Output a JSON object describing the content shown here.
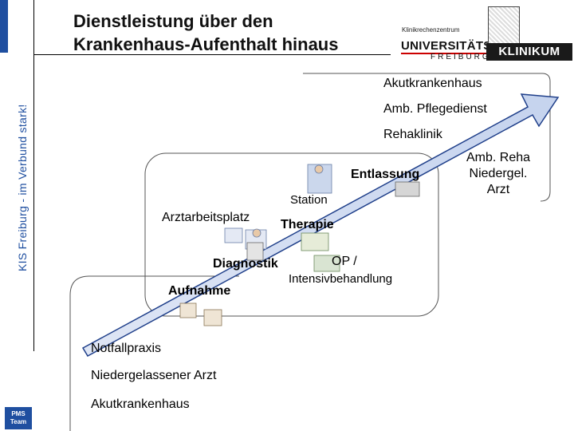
{
  "slide": {
    "title_line1": "Dienstleistung über den",
    "title_line2": "Krankenhaus-Aufenthalt hinaus",
    "sidebar_text": "KIS Freiburg - im Verbund stark!",
    "pms_logo_line1": "PMS",
    "pms_logo_line2": "Team"
  },
  "logo": {
    "small_text": "Klinikrechenzentrum",
    "university": "UNIVERSITÄTS",
    "city": "FREIBURG",
    "klinikum": "KLINIKUM"
  },
  "diagram": {
    "outer_labels": [
      "Akutkrankenhaus",
      "Amb. Pflegedienst",
      "Rehaklinik"
    ],
    "right_label_line1": "Amb. Reha",
    "right_label_line2": "Niedergel.",
    "right_label_line3": "Arzt",
    "entlassung": "Entlassung",
    "station": "Station",
    "arztarbeitsplatz": "Arztarbeitsplatz",
    "therapie": "Therapie",
    "diagnostik": "Diagnostik",
    "op": "OP /",
    "intensiv": "Intensivbehandlung",
    "aufnahme": "Aufnahme",
    "inner_labels": [
      "Notfallpraxis",
      "Niedergelassener Arzt",
      "Akutkrankenhaus"
    ]
  }
}
